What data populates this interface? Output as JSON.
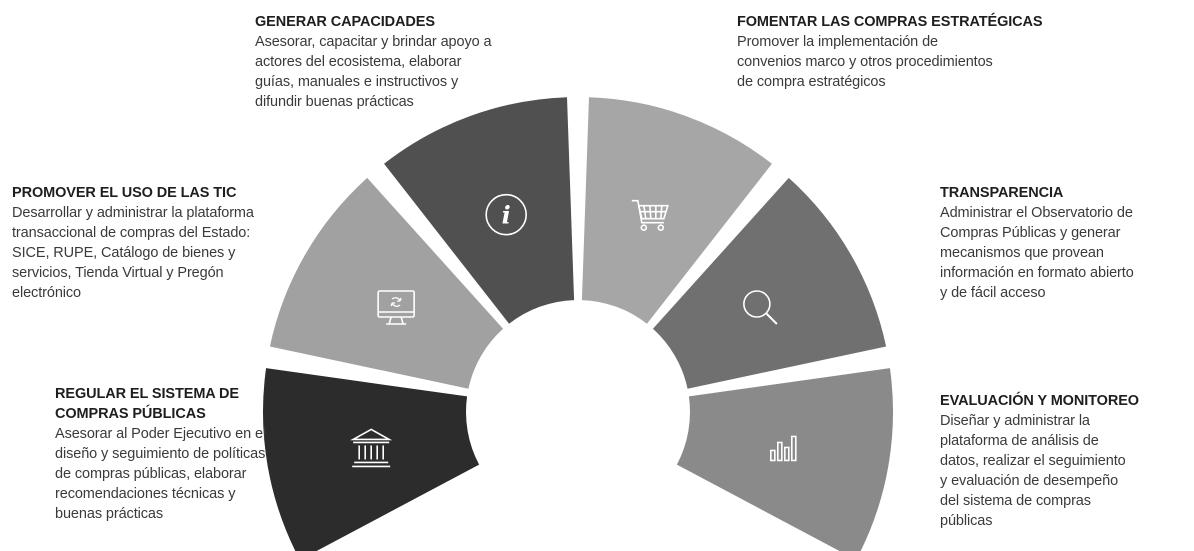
{
  "colors": {
    "info_segment": "#505050",
    "cart_segment": "#a6a6a6",
    "search_segment": "#707070",
    "chart_segment": "#8a8a8a",
    "monitor_segment": "#a1a1a1",
    "bank_segment": "#2c2c2c",
    "icon_stroke": "#ffffff"
  },
  "icons": [
    "info-icon",
    "shopping-cart-icon",
    "magnifier-icon",
    "bar-chart-icon",
    "computer-monitor-icon",
    "bank-building-icon"
  ],
  "blocks": {
    "capacidades": {
      "title": "GENERAR CAPACIDADES",
      "desc": "Asesorar, capacitar y brindar apoyo a\nactores del ecosistema, elaborar\nguías, manuales e instructivos y\ndifundir buenas prácticas"
    },
    "compras": {
      "title": "FOMENTAR LAS COMPRAS ESTRATÉGICAS",
      "desc": "Promover la implementación de\nconvenios marco y otros procedimientos\nde compra estratégicos"
    },
    "tic": {
      "title": "PROMOVER EL USO DE LAS TIC",
      "desc": "Desarrollar y administrar la plataforma\ntransaccional de compras del Estado:\nSICE, RUPE, Catálogo  de bienes y\nservicios, Tienda Virtual y Pregón\nelectrónico"
    },
    "transparencia": {
      "title": "TRANSPARENCIA",
      "desc": "Administrar el Observatorio de\nCompras Públicas y generar\nmecanismos que provean\ninformación en formato abierto\ny de fácil acceso"
    },
    "regular": {
      "title": "REGULAR EL SISTEMA DE\nCOMPRAS PÚBLICAS",
      "desc": "Asesorar al Poder Ejecutivo en el\ndiseño y seguimiento de políticas\nde compras públicas, elaborar\nrecomendaciones técnicas y\nbuenas prácticas"
    },
    "evaluacion": {
      "title": "EVALUACIÓN Y MONITOREO",
      "desc": "Diseñar y administrar la\nplataforma de análisis de\ndatos, realizar el seguimiento\ny evaluación de desempeño\ndel sistema de compras\npúblicas"
    }
  }
}
